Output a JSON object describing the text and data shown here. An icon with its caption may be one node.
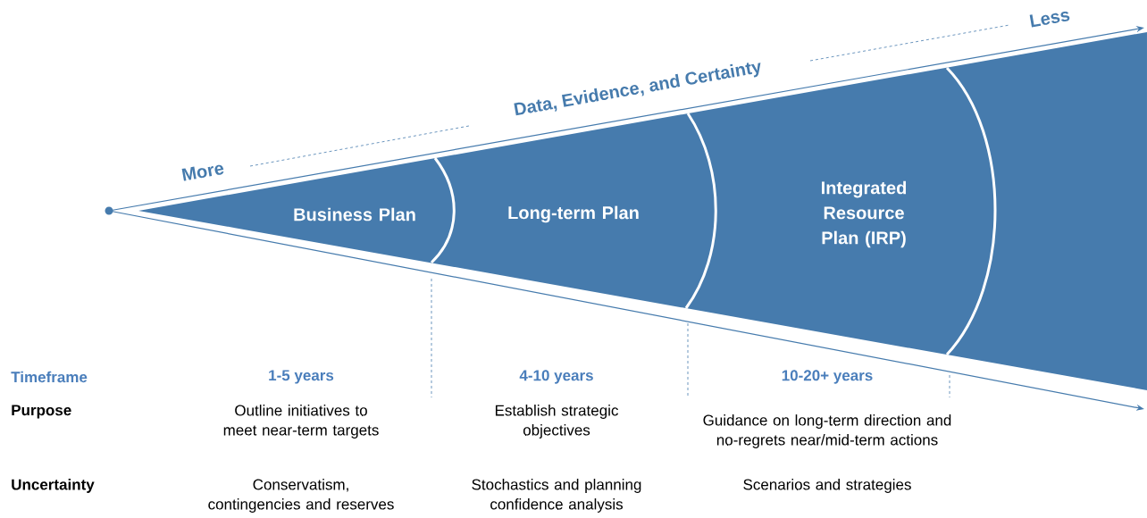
{
  "diagram": {
    "nodes": [
      {
        "text": [
          "Business Plan"
        ]
      },
      {
        "text": [
          "Long-term Plan"
        ]
      },
      {
        "text": [
          "Integrated Resource Plan (IRP)"
        ]
      }
    ],
    "labels": [
      "More",
      "Data, Evidence, and Certainty",
      "Less",
      "Timeframe",
      "1-5 years",
      "4-10 years",
      "10-20+ years",
      "Purpose",
      "Outline initiatives to meet near-term targets",
      "Establish strategic objectives",
      "Guidance on long-term direction and no-regrets near/mid-term actions",
      "Uncertainty",
      "Conservatism, contingencies and reserves",
      "Stochastics and planning confidence analysis",
      "Scenarios and strategies"
    ]
  }
}
